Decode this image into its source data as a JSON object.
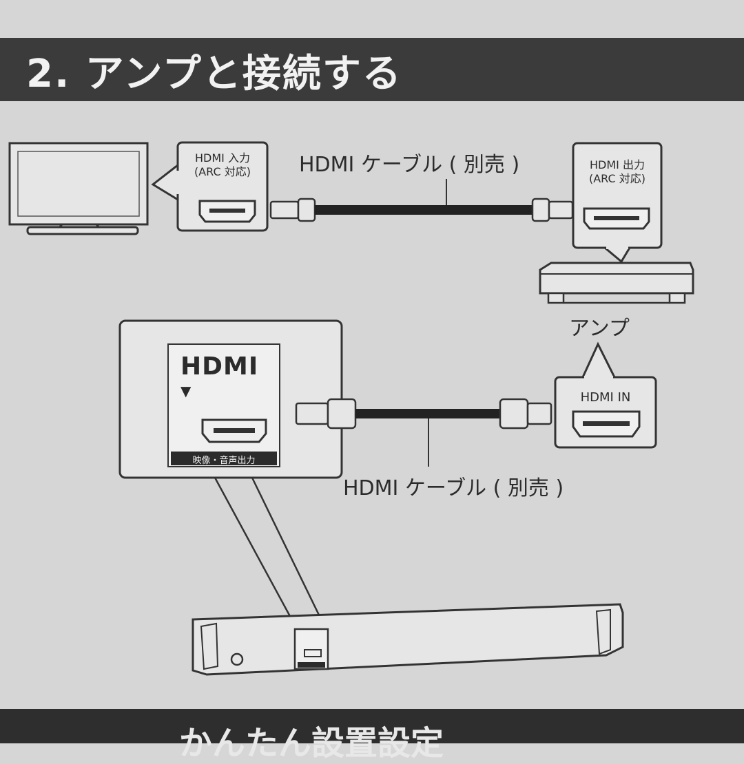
{
  "section": {
    "title": "2. アンプと接続する"
  },
  "tv_port": {
    "line1": "HDMI 入力",
    "line2": "(ARC 対応)"
  },
  "amp_out_port": {
    "line1": "HDMI 出力",
    "line2": "(ARC 対応)"
  },
  "amp": {
    "label": "アンプ"
  },
  "amp_in_port": {
    "label": "HDMI IN"
  },
  "player_panel": {
    "logo": "HDMI",
    "marker": "▼",
    "output_label": "映像・音声出力"
  },
  "cables": {
    "top_label": "HDMI ケーブル ( 別売 )",
    "bottom_label": "HDMI ケーブル ( 別売 )"
  },
  "next_section": {
    "title": "かんたん設置設定"
  }
}
